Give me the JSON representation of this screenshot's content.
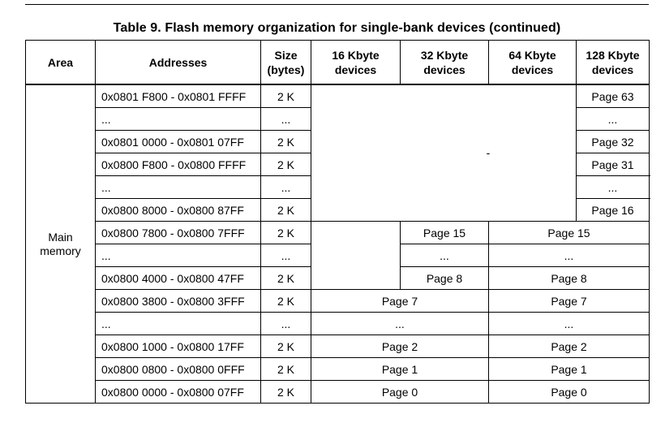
{
  "caption": "Table 9. Flash memory organization for single-bank devices (continued)",
  "headers": {
    "area": "Area",
    "addresses": "Addresses",
    "size_l1": "Size",
    "size_l2": "(bytes)",
    "d16_l1": "16 Kbyte",
    "d16_l2": "devices",
    "d32_l1": "32 Kbyte",
    "d32_l2": "devices",
    "d64_l1": "64 Kbyte",
    "d64_l2": "devices",
    "d128_l1": "128 Kbyte",
    "d128_l2": "devices"
  },
  "area_l1": "Main",
  "area_l2": "memory",
  "dash": "-",
  "rows": [
    {
      "addr": "0x0801 F800 - 0x0801 FFFF",
      "size": "2 K",
      "d128": "Page 63"
    },
    {
      "addr": "...",
      "size": "...",
      "d128": "..."
    },
    {
      "addr": "0x0801 0000 - 0x0801 07FF",
      "size": "2 K",
      "d128": "Page 32"
    },
    {
      "addr": "0x0800 F800 - 0x0800 FFFF",
      "size": "2 K",
      "d64_128": "Page 31"
    },
    {
      "addr": "...",
      "size": "...",
      "d64_128": "..."
    },
    {
      "addr": "0x0800 8000 - 0x0800 87FF",
      "size": "2 K",
      "d64_128": "Page 16"
    },
    {
      "addr": "0x0800 7800 - 0x0800 7FFF",
      "size": "2 K",
      "d32": "Page 15",
      "d64_128": "Page 15"
    },
    {
      "addr": "...",
      "size": "...",
      "d32": "...",
      "d64_128": "..."
    },
    {
      "addr": "0x0800 4000 - 0x0800 47FF",
      "size": "2 K",
      "d32": "Page 8",
      "d64_128": "Page 8"
    },
    {
      "addr": "0x0800 3800 - 0x0800 3FFF",
      "size": "2 K",
      "d16_32": "Page 7",
      "d64_128": "Page 7"
    },
    {
      "addr": "...",
      "size": "...",
      "d16_32": "...",
      "d64_128": "..."
    },
    {
      "addr": "0x0800 1000 - 0x0800 17FF",
      "size": "2 K",
      "d16_32": "Page 2",
      "d64_128": "Page 2"
    },
    {
      "addr": "0x0800 0800 - 0x0800 0FFF",
      "size": "2 K",
      "d16_32": "Page 1",
      "d64_128": "Page 1"
    },
    {
      "addr": "0x0800 0000 - 0x0800 07FF",
      "size": "2 K",
      "d16_32": "Page 0",
      "d64_128": "Page 0"
    }
  ]
}
